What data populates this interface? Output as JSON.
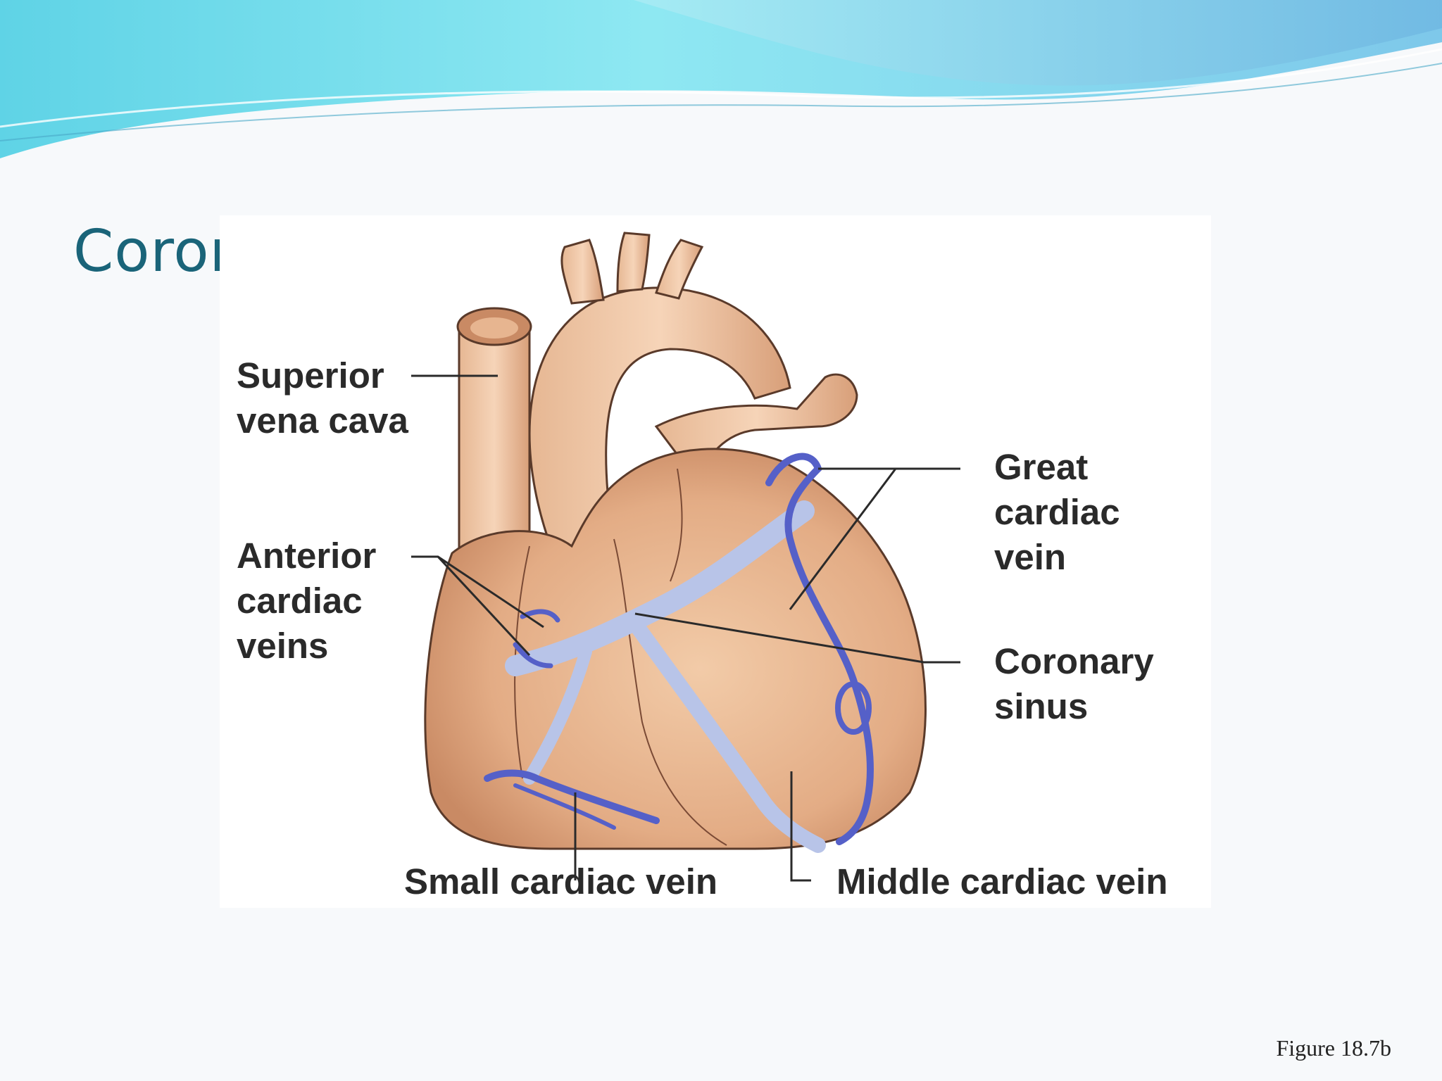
{
  "slide": {
    "title": "Coronary",
    "figure_caption": "Figure 18.7b"
  },
  "diagram": {
    "labels": {
      "superior_vena_cava": "Superior\nvena cava",
      "anterior_cardiac_veins": "Anterior\ncardiac\nveins",
      "great_cardiac_vein": "Great\ncardiac\nvein",
      "coronary_sinus": "Coronary\nsinus",
      "small_cardiac_vein": "Small cardiac vein",
      "middle_cardiac_vein": "Middle cardiac vein"
    }
  },
  "colors": {
    "title": "#1a6479",
    "heart_flesh": "#e4b48f",
    "heart_outline": "#5a3a2a",
    "vein_light": "#b8c4e8",
    "vein_dark": "#5560c8",
    "wave_light": "#8fe6f0",
    "wave_deep": "#7cc6e6"
  }
}
